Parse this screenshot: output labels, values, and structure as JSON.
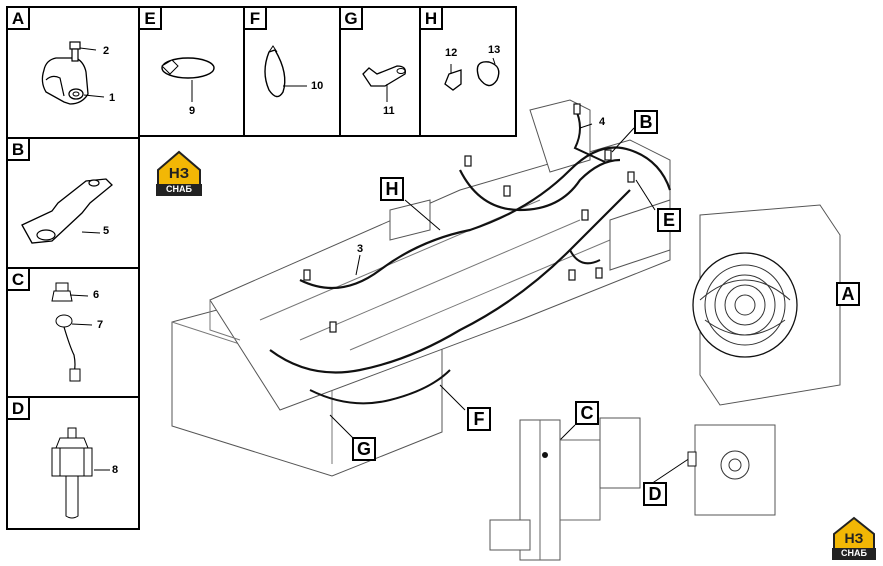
{
  "panels": {
    "A": {
      "letter": "A",
      "parts": [
        "2",
        "1"
      ]
    },
    "B": {
      "letter": "B",
      "parts": [
        "5"
      ]
    },
    "C": {
      "letter": "C",
      "parts": [
        "6",
        "7"
      ]
    },
    "D": {
      "letter": "D",
      "parts": [
        "8"
      ]
    },
    "E": {
      "letter": "E",
      "parts": [
        "9"
      ]
    },
    "F": {
      "letter": "F",
      "parts": [
        "10"
      ]
    },
    "G": {
      "letter": "G",
      "parts": [
        "11"
      ]
    },
    "H": {
      "letter": "H",
      "parts": [
        "12",
        "13"
      ]
    }
  },
  "main": {
    "part_labels": {
      "harness": "3",
      "connector": "4"
    },
    "callouts": {
      "B": "B",
      "H": "H",
      "E": "E",
      "A": "A",
      "F": "F",
      "G": "G",
      "C": "C",
      "D": "D"
    }
  },
  "logo": {
    "top": "НЗ",
    "bottom": "СНАБ",
    "brand_color": "#f2b705"
  }
}
